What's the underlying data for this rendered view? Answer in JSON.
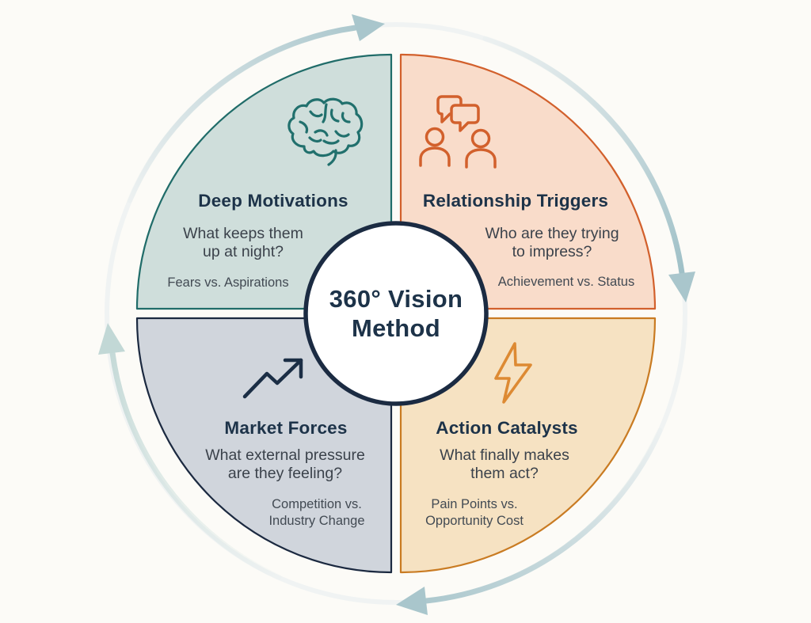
{
  "center": {
    "title_line1": "360° Vision",
    "title_line2": "Method"
  },
  "quadrants": [
    {
      "name": "deep-motivations",
      "label": "Deep Motivations",
      "question_line1": "What keeps them",
      "question_line2": "up at night?",
      "subtext_line1": "Fears vs. Aspirations",
      "subtext_line2": "",
      "icon": "brain-icon",
      "fill": "#cfdedb",
      "border": "#206c69",
      "icon_color": "#21706d"
    },
    {
      "name": "relationship-triggers",
      "label": "Relationship Triggers",
      "question_line1": "Who are they trying",
      "question_line2": "to impress?",
      "subtext_line1": "Achievement vs. Status",
      "subtext_line2": "",
      "icon": "conversation-icon",
      "fill": "#f9dcca",
      "border": "#d2602c",
      "icon_color": "#d2602c"
    },
    {
      "name": "market-forces",
      "label": "Market Forces",
      "question_line1": "What external pressure",
      "question_line2": "are they feeling?",
      "subtext_line1": "Competition vs.",
      "subtext_line2": "Industry Change",
      "icon": "trend-up-icon",
      "fill": "#d0d5dc",
      "border": "#1b2940",
      "icon_color": "#1b2e45"
    },
    {
      "name": "action-catalysts",
      "label": "Action Catalysts",
      "question_line1": "What finally makes",
      "question_line2": "them act?",
      "subtext_line1": "Pain Points vs.",
      "subtext_line2": "Opportunity Cost",
      "icon": "lightning-icon",
      "fill": "#f6e2c2",
      "border": "#c97b22",
      "icon_color": "#dd8a33"
    }
  ],
  "arrows": {
    "direction": "clockwise",
    "color": "#a9c6cc"
  },
  "colors": {
    "background": "#fcfbf7",
    "center_fill": "#ffffff",
    "center_border": "#1b2b42",
    "title_text": "#1d3349",
    "body_text": "#3b424b"
  }
}
